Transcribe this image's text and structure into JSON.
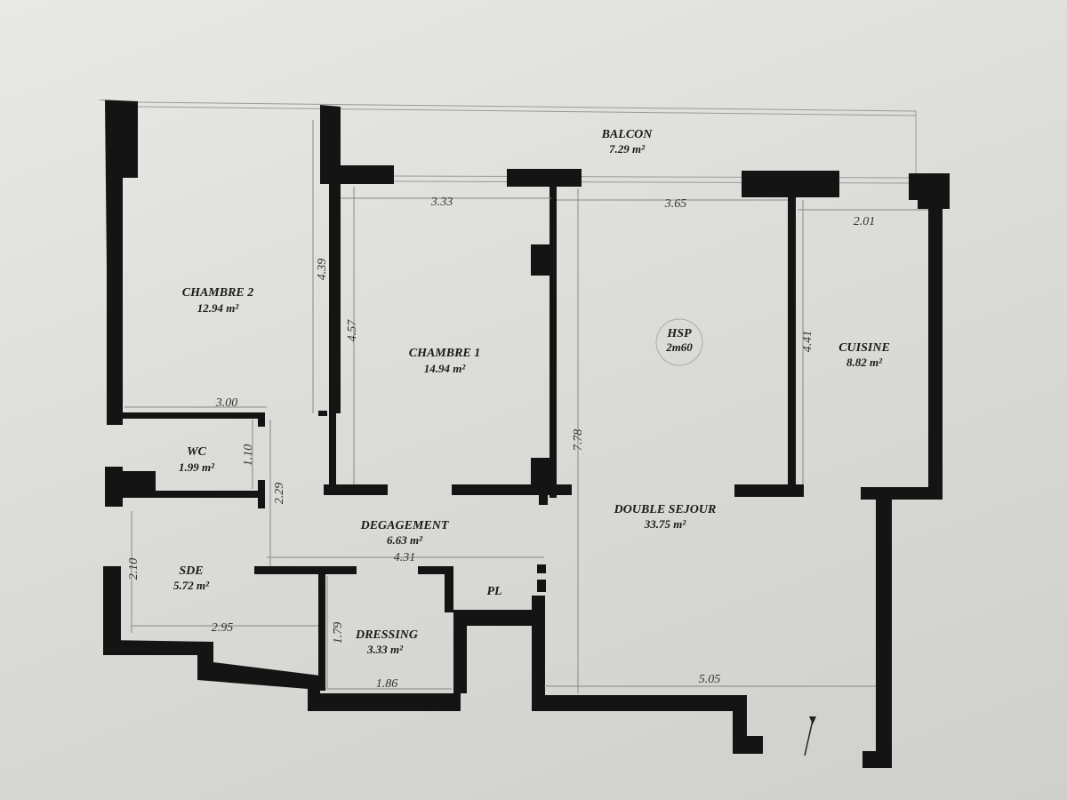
{
  "rooms": {
    "balcon": {
      "name": "BALCON",
      "area": "7.29 m²"
    },
    "chambre2": {
      "name": "CHAMBRE 2",
      "area": "12.94 m²"
    },
    "chambre1": {
      "name": "CHAMBRE 1",
      "area": "14.94 m²"
    },
    "hsp": {
      "name": "HSP",
      "area": "2m60"
    },
    "cuisine": {
      "name": "CUISINE",
      "area": "8.82 m²"
    },
    "wc": {
      "name": "WC",
      "area": "1.99 m²"
    },
    "degagement": {
      "name": "DEGAGEMENT",
      "area": "6.63 m²"
    },
    "double_sejour": {
      "name": "DOUBLE SEJOUR",
      "area": "33.75 m²"
    },
    "sde": {
      "name": "SDE",
      "area": "5.72 m²"
    },
    "pl": {
      "name": "PL"
    },
    "dressing": {
      "name": "DRESSING",
      "area": "3.33 m²"
    }
  },
  "dimensions": {
    "d333": "3.33",
    "d365": "3.65",
    "d201": "2.01",
    "d439": "4.39",
    "d457": "4.57",
    "d441": "4.41",
    "d300": "3.00",
    "d110": "1.10",
    "d229": "2.29",
    "d778": "7.78",
    "d431": "4.31",
    "d210": "2.10",
    "d295": "2.95",
    "d179": "1.79",
    "d186": "1.86",
    "d505": "5.05"
  },
  "colors": {
    "wall": "#141414",
    "paper": "#e4e4e1"
  }
}
